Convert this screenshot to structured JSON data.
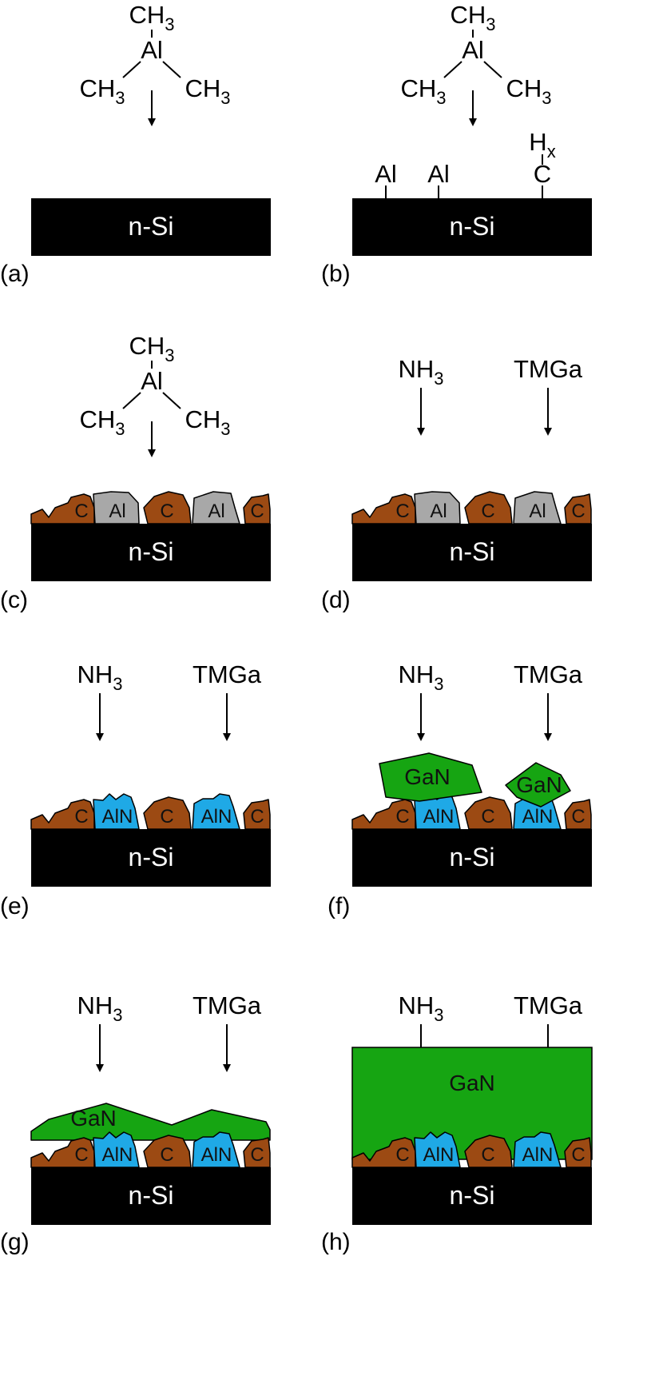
{
  "colors": {
    "carbon": "#9c4a13",
    "aluminum": "#a8a8a8",
    "aln": "#1fa9e6",
    "gan": "#16a512",
    "substrate": "#000000",
    "substrate_text": "#ffffff",
    "stroke": "#000000"
  },
  "molecule": {
    "methyl": "CH",
    "methyl_sub": "3",
    "center": "Al"
  },
  "reactants": {
    "ammonia": "NH",
    "ammonia_sub": "3",
    "gallium_source": "TMGa"
  },
  "adsorbates": {
    "al": "Al",
    "c": "C",
    "h": "H",
    "h_sub": "x"
  },
  "layers": {
    "substrate": "n-Si",
    "carbon": "C",
    "aluminum": "Al",
    "aln": "AlN",
    "gan": "GaN"
  },
  "panels": [
    {
      "id": "a",
      "label": "(a)"
    },
    {
      "id": "b",
      "label": "(b)"
    },
    {
      "id": "c",
      "label": "(c)"
    },
    {
      "id": "d",
      "label": "(d)"
    },
    {
      "id": "e",
      "label": "(e)"
    },
    {
      "id": "f",
      "label": "(f)"
    },
    {
      "id": "g",
      "label": "(g)"
    },
    {
      "id": "h",
      "label": "(h)"
    }
  ]
}
